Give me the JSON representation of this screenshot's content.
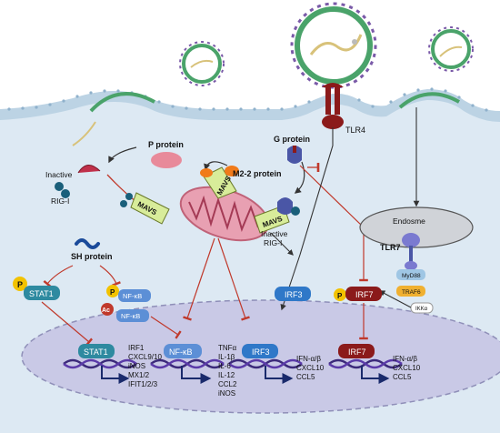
{
  "labels": {
    "p_protein": "P protein",
    "g_protein": "G protein",
    "m22_protein": "M2-2 protein",
    "inactive_rig_left_1": "Inactive",
    "inactive_rig_left_2": "RIG-I",
    "inactive_rig_right_1": "Inactive",
    "inactive_rig_right_2": "RIG-I",
    "mavs": "MAVS",
    "tlr4": "TLR4",
    "endosome": "Endosme",
    "tlr7": "TLR7",
    "myd88": "MyD88",
    "traf6": "TRAF6",
    "ikka": "IKKα",
    "sh_protein": "SH protein",
    "p": "P",
    "ac": "Ac",
    "stat1": "STAT1",
    "nfkb": "NF-κB",
    "irf3": "IRF3",
    "irf7": "IRF7"
  },
  "gene_lists": {
    "stat1": [
      "IRF1",
      "CXCL9/10",
      "iNOS",
      "MX1/2",
      "IFIT1/2/3"
    ],
    "nfkb": [
      "TNFα",
      "IL-1β",
      "IL-6",
      "IL-12",
      "CCL2",
      "iNOS"
    ],
    "irf3": [
      "IFN-α/β",
      "CXCL10",
      "CCL5"
    ],
    "irf7": [
      "IFN-α/β",
      "CXCL10",
      "CCL5"
    ]
  },
  "colors": {
    "membrane": "#bcd3e4",
    "cytoplasm": "#d9e8f3",
    "nucleus": "#c9c9e6",
    "stat1": "#2e8aa0",
    "nfkb": "#5c8fd6",
    "irf3": "#2f78c8",
    "irf7": "#8b1a1a",
    "inhibit": "#c0392b",
    "mavs": "#d8ec9a",
    "p_badge": "#f2c200",
    "ac_badge": "#c0392b"
  }
}
